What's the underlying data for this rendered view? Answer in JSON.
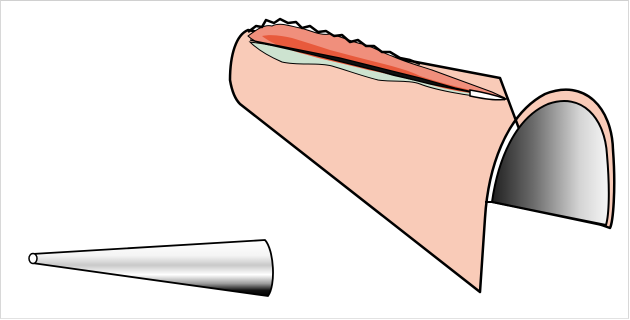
{
  "illustration": {
    "subject": "skin-lesion-cross-section-diagram",
    "parts": [
      {
        "name": "skin-fold",
        "icon": "curved-skin-sheet-icon",
        "fill": "#f9cbb8"
      },
      {
        "name": "skin-fold-cut-face",
        "fill_dark": "#2a2a2a",
        "fill_light": "#f4f4f4"
      },
      {
        "name": "lesion-outer-zone",
        "fill": "#f08f7c"
      },
      {
        "name": "lesion-inner-zone",
        "fill": "#e85a3c"
      },
      {
        "name": "lesion-healing-zone",
        "fill": "#cde3d0"
      },
      {
        "name": "lesion-slit",
        "fill": "#111111"
      },
      {
        "name": "needle",
        "icon": "needle-icon",
        "fill_dark": "#151515",
        "fill_light": "#ffffff"
      }
    ],
    "colors": {
      "outline": "#000000",
      "background": "#ffffff",
      "frame": "#d0d0d0"
    }
  }
}
